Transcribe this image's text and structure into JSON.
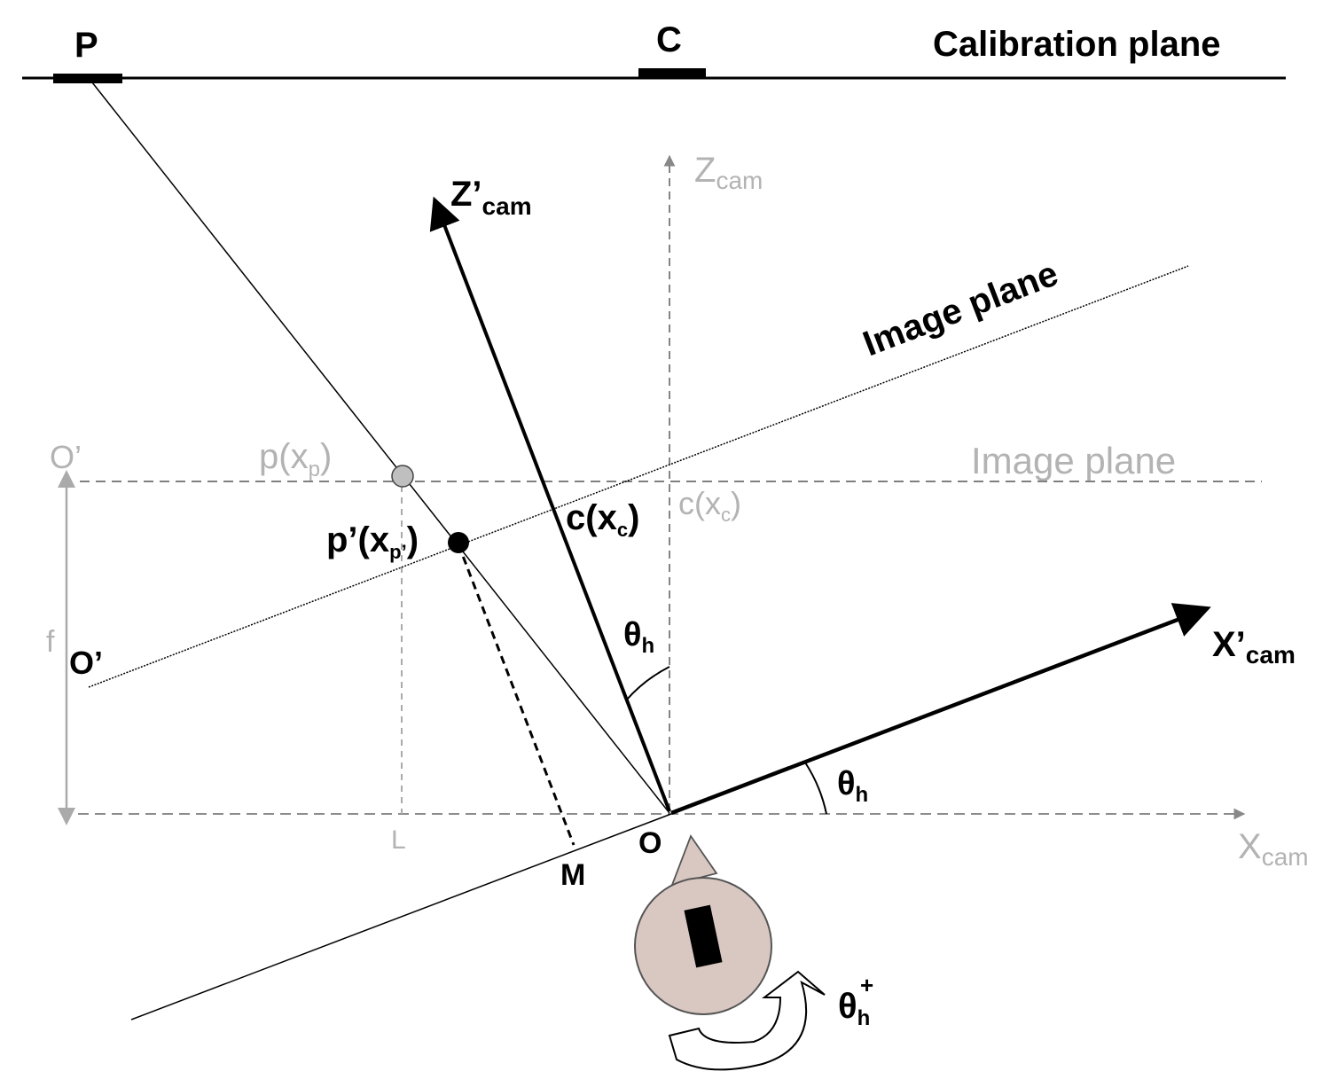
{
  "labels": {
    "calibration_plane": "Calibration plane",
    "P": "P",
    "C": "C",
    "z_cam_main": "Z",
    "z_cam_sub": "cam",
    "z_cam_prime_main": "Z’",
    "z_cam_prime_sub": "cam",
    "x_cam_main": "X",
    "x_cam_sub": "cam",
    "x_cam_prime_main": "X’",
    "x_cam_prime_sub": "cam",
    "image_plane_rotated": "Image plane",
    "image_plane_original": "Image plane",
    "o_prime_gray": "O’",
    "o_prime_black": "O’",
    "p_xp_main": "p(x",
    "p_xp_sub": "p",
    "p_xp_close": ")",
    "c_xc_gray_main": "c(x",
    "c_xc_gray_sub": "c",
    "c_xc_gray_close": ")",
    "p_prime_main": "p’(x",
    "p_prime_sub": "p’",
    "p_prime_close": ")",
    "c_xc_black_main": "c(x",
    "c_xc_black_sub": "c",
    "c_xc_black_close": ")",
    "theta_upper_main": "θ",
    "theta_upper_sub": "h",
    "theta_lower_main": "θ",
    "theta_lower_sub": "h",
    "theta_plus_main": "θ",
    "theta_plus_sub": "h",
    "theta_plus_sup": "+",
    "f": "f",
    "L": "L",
    "M": "M",
    "O": "O"
  },
  "colors": {
    "line": "#000000",
    "construction_gray": "#b3b3b3",
    "point_gray_fill": "#bfbfbf",
    "camera_body": "#d9c8c1",
    "camera_outline": "#555555"
  }
}
